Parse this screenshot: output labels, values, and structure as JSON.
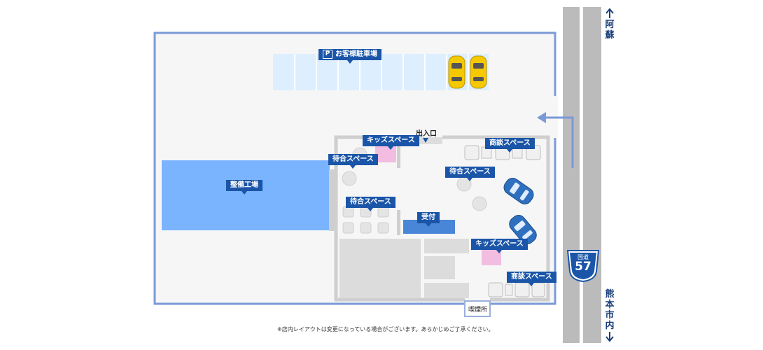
{
  "map": {
    "labels": {
      "parking": "お客様駐車場",
      "parking_badge": "P",
      "workshop": "整備工場",
      "entrance": "出入口",
      "kids_top": "キッズスペース",
      "waiting_left": "待合スペース",
      "waiting_mid": "待合スペース",
      "waiting_center": "待合スペース",
      "reception": "受付",
      "meeting_top": "商談スペース",
      "kids_bottom": "キッズスペース",
      "meeting_bottom": "商談スペース",
      "smoking": "喫煙所"
    },
    "road": {
      "north": "阿蘇",
      "south": "熊本市内",
      "route_label": "国道",
      "route_number": "57"
    },
    "note": "※店内レイアウトは変更になっている場合がございます。あらかじめご了承ください。"
  },
  "colors": {
    "outline": "#7a9ad8",
    "label_bg": "#1a55a8",
    "parking_slot": "#ddeeff",
    "workshop": "#7ab4ff",
    "kids": "#f2bde0",
    "reception": "#4a86d8",
    "road": "#bbbbbb",
    "route_shield": "#1a55a8"
  },
  "icons": [
    "yellow-car-icon",
    "blue-car-icon",
    "entrance-arrow-icon",
    "route-shield-icon",
    "north-arrow-icon",
    "south-arrow-icon"
  ]
}
